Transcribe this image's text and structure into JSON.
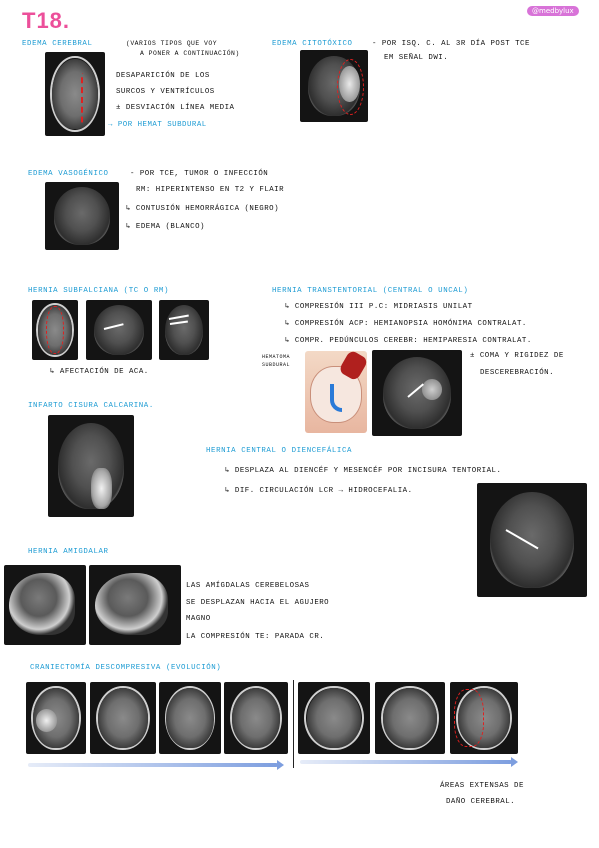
{
  "page": {
    "title": "T18.",
    "author": "@medbylux"
  },
  "edema_cerebral": {
    "heading": "Edema cerebral",
    "note_1": "(varios tipos que voy",
    "note_2": "a poner a continuación)",
    "lines": [
      "Desaparición de los",
      "surcos y ventrículos",
      "± desviación línea media"
    ],
    "cause": "→ por hemat subdural"
  },
  "edema_citotoxico": {
    "heading": "Edema citotóxico",
    "line_1": "- por isq. c. al 3r día post TCE",
    "line_2": "em señal DWI."
  },
  "edema_vasogenico": {
    "heading": "Edema vasogénico",
    "line_1": "- por TCE, tumor o infección",
    "line_2": "RM: hiperintenso en T2 y flair",
    "line_3": "↳ contusión hemorrágica (negro)",
    "line_4": "↳ edema (blanco)"
  },
  "hernia_subfalciana": {
    "heading": "Hernia subfalciana (TC o RM)",
    "note": "↳ afectación de ACA."
  },
  "hernia_transtentorial": {
    "heading": "Hernia transtentorial (central o uncal)",
    "items": [
      "↳ compresión III p.c: midriasis unilat",
      "↳ compresión ACP: hemianopsia homónima contralat.",
      "↳ compr. pedúnculos cerebr: hemiparesia contralat."
    ],
    "extra_1": "± coma y rigidez de",
    "extra_2": "descerebración.",
    "illus_label_1": "HEMATOMA",
    "illus_label_2": "SUBDURAL"
  },
  "infarto": {
    "heading": "Infarto cisura calcarina."
  },
  "hernia_central": {
    "heading": "Hernia central o diencefálica",
    "line_1": "↳ desplaza al diencéf y mesencéf por incisura tentorial.",
    "line_2": "↳ dif. circulación LCR → hidrocefalia."
  },
  "hernia_amigdalar": {
    "heading": "Hernia amigdalar",
    "lines": [
      "las amígdalas cerebelosas",
      "se desplazan hacia el agujero",
      "magno",
      "la compresión TE: parada CR."
    ]
  },
  "craniectomia": {
    "heading": "Craniectomía descompresiva (evolución)",
    "caption_1": "áreas extensas de",
    "caption_2": "daño cerebral."
  },
  "colors": {
    "pink": "#ec4f9a",
    "blue": "#1c9bd3",
    "red": "#e02020"
  }
}
